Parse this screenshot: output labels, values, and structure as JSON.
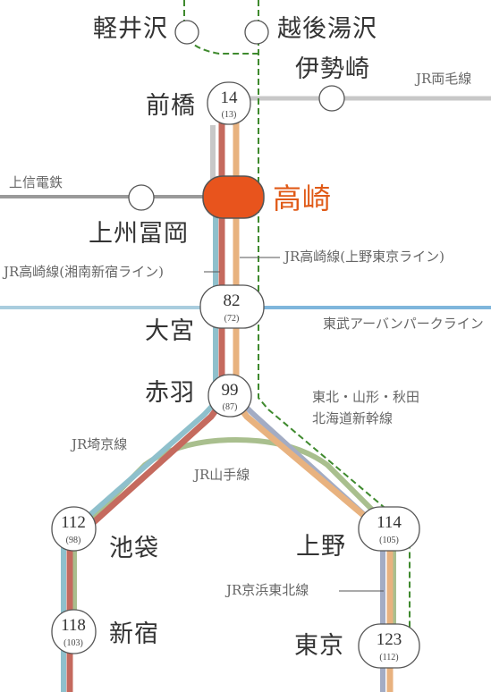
{
  "hub": {
    "name": "高崎",
    "color": "#e8541d"
  },
  "stations": {
    "karuizawa": {
      "name": "軽井沢"
    },
    "echigo_yuzawa": {
      "name": "越後湯沢"
    },
    "isesaki": {
      "name": "伊勢崎"
    },
    "maebashi": {
      "name": "前橋",
      "minutes": "14",
      "minutes_alt": "(13)"
    },
    "joshu_tomioka": {
      "name": "上州冨岡"
    },
    "omiya": {
      "name": "大宮",
      "minutes": "82",
      "minutes_alt": "(72)"
    },
    "akabane": {
      "name": "赤羽",
      "minutes": "99",
      "minutes_alt": "(87)"
    },
    "ikebukuro": {
      "name": "池袋",
      "minutes": "112",
      "minutes_alt": "(98)"
    },
    "shinjuku": {
      "name": "新宿",
      "minutes": "118",
      "minutes_alt": "(103)"
    },
    "ueno": {
      "name": "上野",
      "minutes": "114",
      "minutes_alt": "(105)"
    },
    "tokyo": {
      "name": "東京",
      "minutes": "123",
      "minutes_alt": "(112)"
    }
  },
  "lines": {
    "ryomo": {
      "name": "JR両毛線",
      "color": "#c8c8c8"
    },
    "joshin": {
      "name": "上信電鉄",
      "color": "#9a9a9a"
    },
    "takasaki_shonan": {
      "name": "JR高崎線(湘南新宿ライン)",
      "color": "#c56a5e"
    },
    "takasaki_ueno_tokyo": {
      "name": "JR高崎線(上野東京ライン)",
      "color": "#e8b27f"
    },
    "tobu_urban_park": {
      "name": "東武アーバンパークライン",
      "color": "#8ab9d8"
    },
    "shinkansen": {
      "name_line1": "東北・山形・秋田",
      "name_line2": "北海道新幹線",
      "color": "#3f8a2e"
    },
    "saikyo": {
      "name": "JR埼京線",
      "color": "#8fc0cc"
    },
    "yamanote": {
      "name": "JR山手線",
      "color": "#a9bf8e"
    },
    "keihin_tohoku": {
      "name": "JR京浜東北線",
      "color": "#a3acc4"
    }
  }
}
